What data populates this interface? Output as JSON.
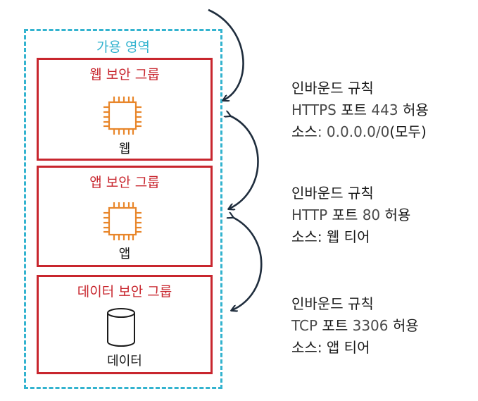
{
  "availability_zone": {
    "label": "가용 영역"
  },
  "security_groups": [
    {
      "title": "웹 보안 그룹",
      "tier": "웹",
      "icon": "chip-icon"
    },
    {
      "title": "앱 보안 그룹",
      "tier": "앱",
      "icon": "chip-icon"
    },
    {
      "title": "데이터 보안 그룹",
      "tier": "데이터",
      "icon": "database-icon"
    }
  ],
  "rules": [
    {
      "heading": "인바운드 규칙",
      "port_line": [
        "HTTPS",
        " 포트 ",
        "443",
        " 허용"
      ],
      "source_line": [
        "소스",
        ": 0.0.0.0/0",
        "(모두)"
      ]
    },
    {
      "heading": "인바운드 규칙",
      "port_line": [
        "HTTP",
        " 포트 ",
        "80",
        " 허용"
      ],
      "source_line": [
        "소스",
        ": ",
        "웹 티어"
      ]
    },
    {
      "heading": "인바운드 규칙",
      "port_line": [
        "TCP",
        " 포트 ",
        "3306",
        " 허용"
      ],
      "source_line": [
        "소스",
        ": ",
        "앱 티어"
      ]
    }
  ],
  "colors": {
    "zone": "#33b3cf",
    "security_group": "#c8262e",
    "icon": "#e8862a",
    "arrow": "#1f2d3d"
  }
}
